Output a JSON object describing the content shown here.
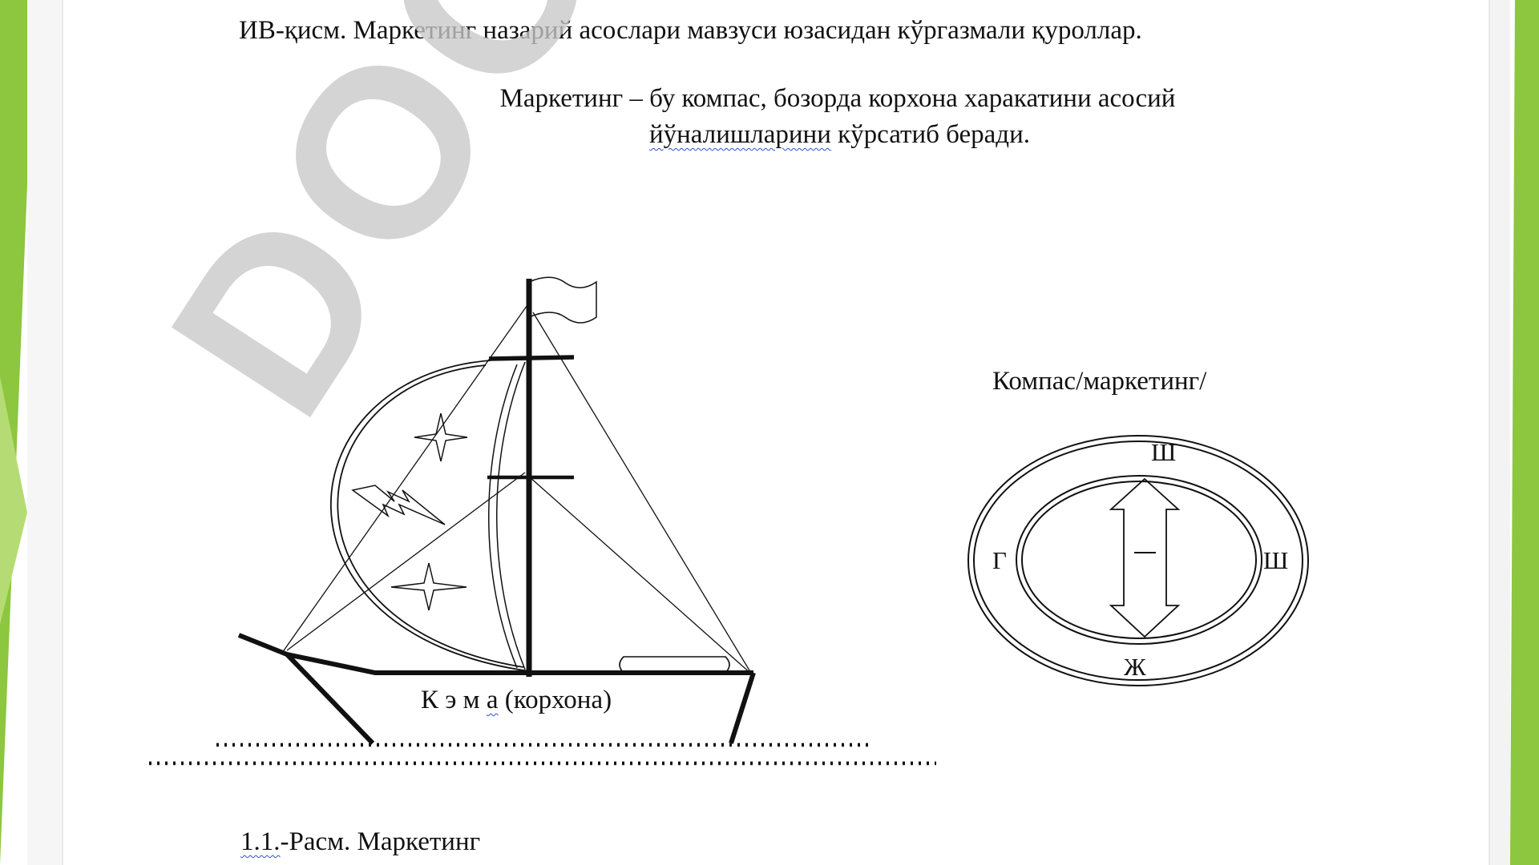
{
  "header": {
    "title": "ИВ-қисм. Маркетинг назарий асослари мавзуси юзасидан кўргазмали қуроллар."
  },
  "lead": {
    "line1": "Маркетинг – бу компас, бозорда корхона харакатини асосий",
    "line2_word": "йўналишларини",
    "line2_rest": " кўрсатиб беради."
  },
  "ship": {
    "label_letters": "К э м ",
    "label_underlined": "а",
    "label_rest": "  (корхона)"
  },
  "compass": {
    "title": "Компас/маркетинг/",
    "north": "Ш",
    "east": "Ш",
    "west": "Г",
    "south": "Ж"
  },
  "figure": {
    "number": "1.1.",
    "caption_rest": "-Расм. Маркетинг"
  },
  "watermark": {
    "text": "DOCLAB.UZ"
  },
  "colors": {
    "accent_green": "#8dc63f",
    "accent_green_light": "#b5dc74",
    "ink": "#111111",
    "watermark_gray": "#c8c8c8"
  }
}
